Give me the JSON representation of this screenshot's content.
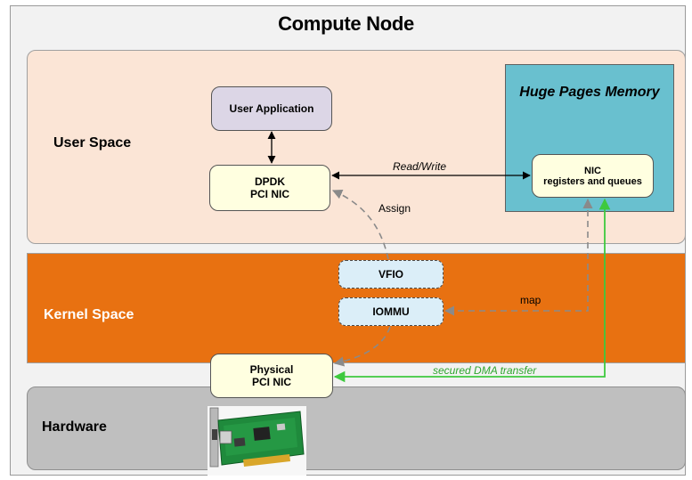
{
  "title": "Compute Node",
  "regions": {
    "user_space": "User Space",
    "kernel_space": "Kernel Space",
    "hardware": "Hardware",
    "huge_pages_memory": "Huge Pages Memory"
  },
  "nodes": {
    "user_application": "User Application",
    "dpdk_line1": "DPDK",
    "dpdk_line2": "PCI NIC",
    "nic_line1": "NIC",
    "nic_line2": "registers and queues",
    "vfio": "VFIO",
    "iommu": "IOMMU",
    "physical_line1": "Physical",
    "physical_line2": "PCI NIC"
  },
  "edges": {
    "read_write": "Read/Write",
    "assign": "Assign",
    "map": "map",
    "secured_dma": "secured DMA transfer"
  },
  "colors": {
    "user_space_fill": "#fbe5d6",
    "kernel_space_fill": "#e87111",
    "hardware_fill": "#bfbfbf",
    "huge_pages_fill": "#69c0cf",
    "secured_dma_line": "#3ec93e"
  }
}
